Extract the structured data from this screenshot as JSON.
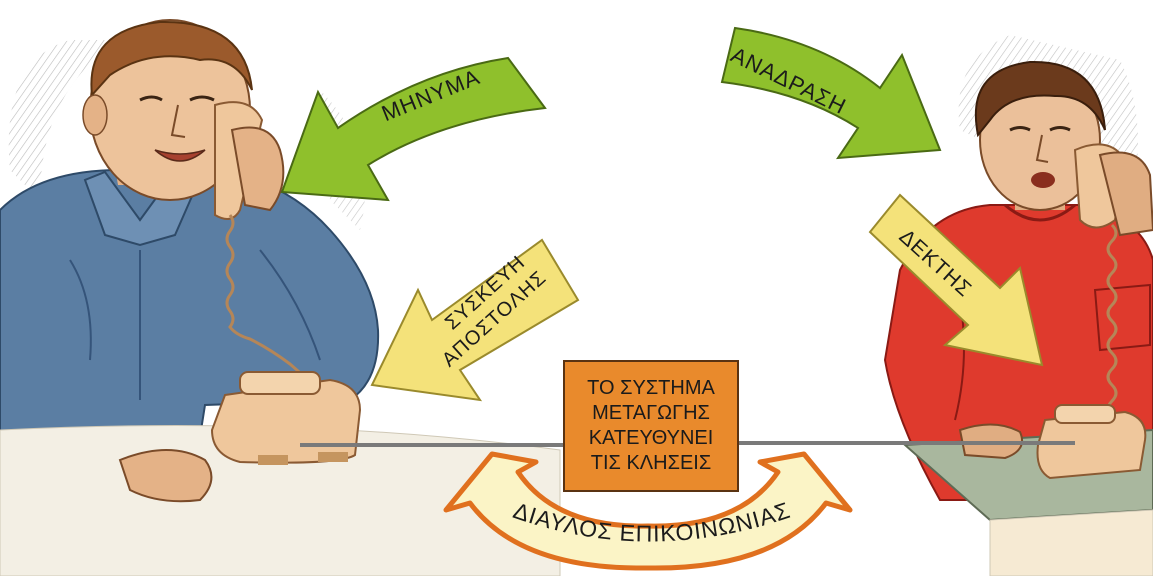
{
  "colors": {
    "message_arrow": "#8fc02c",
    "feedback_arrow": "#8fc02c",
    "callout_arrows": "#f4e27a",
    "switch_box": "#e98a2c",
    "channel_arrow_fill": "#fbf4c6",
    "channel_arrow_border": "#e0701e",
    "sender_shirt": "#5b7ea3",
    "receiver_shirt": "#df3a2d"
  },
  "labels": {
    "message": "ΜΗΝΥΜΑ",
    "feedback": "ΑΝΑΔΡΑΣΗ",
    "sender_device_line1": "ΣΥΣΚΕΥΗ",
    "sender_device_line2": "ΑΠΟΣΤΟΛΗΣ",
    "receiver": "ΔΕΚΤΗΣ",
    "channel": "ΔΙΑΥΛΟΣ   ΕΠΙΚΟΙΝΩΝΙΑΣ"
  },
  "switch_box": {
    "line1": "ΤΟ ΣΥΣΤΗΜΑ",
    "line2": "ΜΕΤΑΓΩΓΗΣ",
    "line3": "ΚΑΤΕΥΘΥΝΕΙ",
    "line4": "ΤΙΣ ΚΛΗΣΕΙΣ"
  }
}
